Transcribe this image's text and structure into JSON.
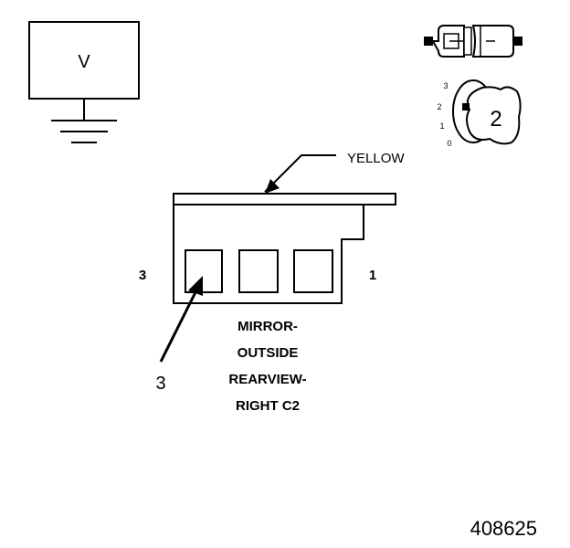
{
  "voltmeter": {
    "label": "V"
  },
  "wire": {
    "color_label": "YELLOW"
  },
  "connector": {
    "pin_left": "3",
    "pin_right": "1",
    "name_lines": [
      "MIRROR-",
      "OUTSIDE",
      "REARVIEW-",
      "RIGHT C2"
    ],
    "callout": "3"
  },
  "setting_dial": {
    "ticks": [
      "3",
      "2",
      "1",
      "0"
    ],
    "value": "2"
  },
  "figure_number": "408625"
}
